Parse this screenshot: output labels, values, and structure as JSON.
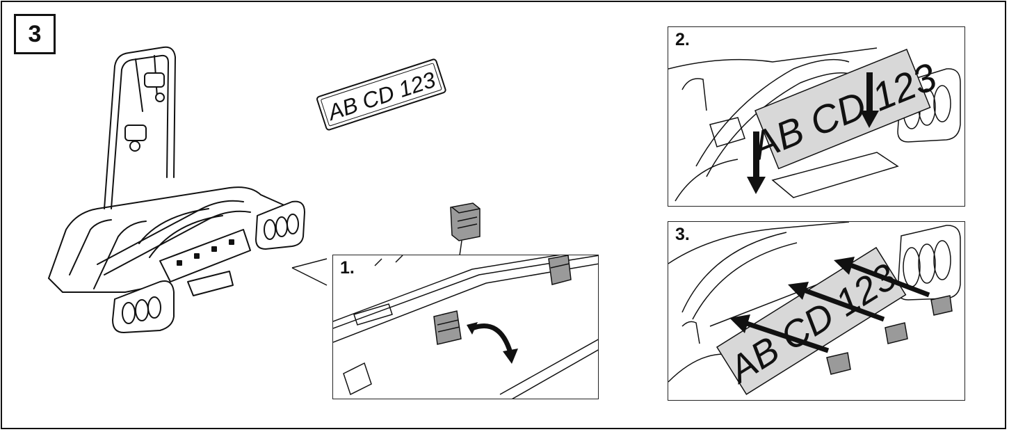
{
  "figure": {
    "step_number": "3",
    "plate_text": "AB CD  123",
    "panels": [
      {
        "id": "panel-1",
        "label": "1."
      },
      {
        "id": "panel-2",
        "label": "2."
      },
      {
        "id": "panel-3",
        "label": "3."
      }
    ],
    "colors": {
      "line": "#111111",
      "part_fill": "#9a9a9a",
      "plate_fill": "#d8d8d8"
    }
  }
}
